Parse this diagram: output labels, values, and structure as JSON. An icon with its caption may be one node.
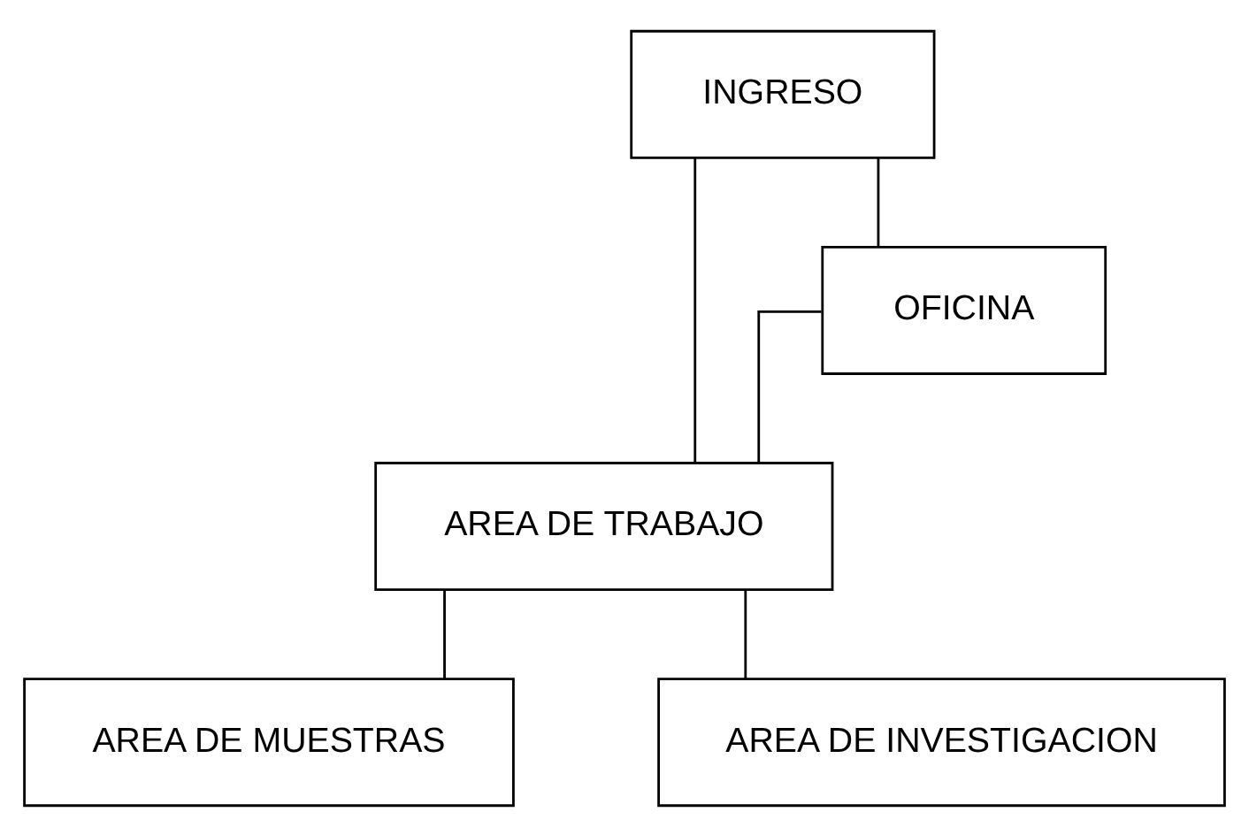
{
  "diagram": {
    "nodes": [
      {
        "text": [
          "INGRESO"
        ]
      },
      {
        "text": [
          "AREA DE TRABAJO"
        ]
      },
      {
        "text": [
          "OFICINA"
        ]
      },
      {
        "text": [
          "AREA DE MUESTRAS"
        ]
      },
      {
        "text": [
          "AREA DE INVESTIGACION"
        ]
      }
    ],
    "edges": [
      {
        "from": 0,
        "to": 1,
        "arrow": "none"
      },
      {
        "from": 0,
        "to": 2,
        "arrow": "none"
      },
      {
        "from": 1,
        "to": 2,
        "arrow": "none"
      },
      {
        "from": 1,
        "to": 3,
        "arrow": "none"
      },
      {
        "from": 1,
        "to": 4,
        "arrow": "none"
      }
    ]
  }
}
